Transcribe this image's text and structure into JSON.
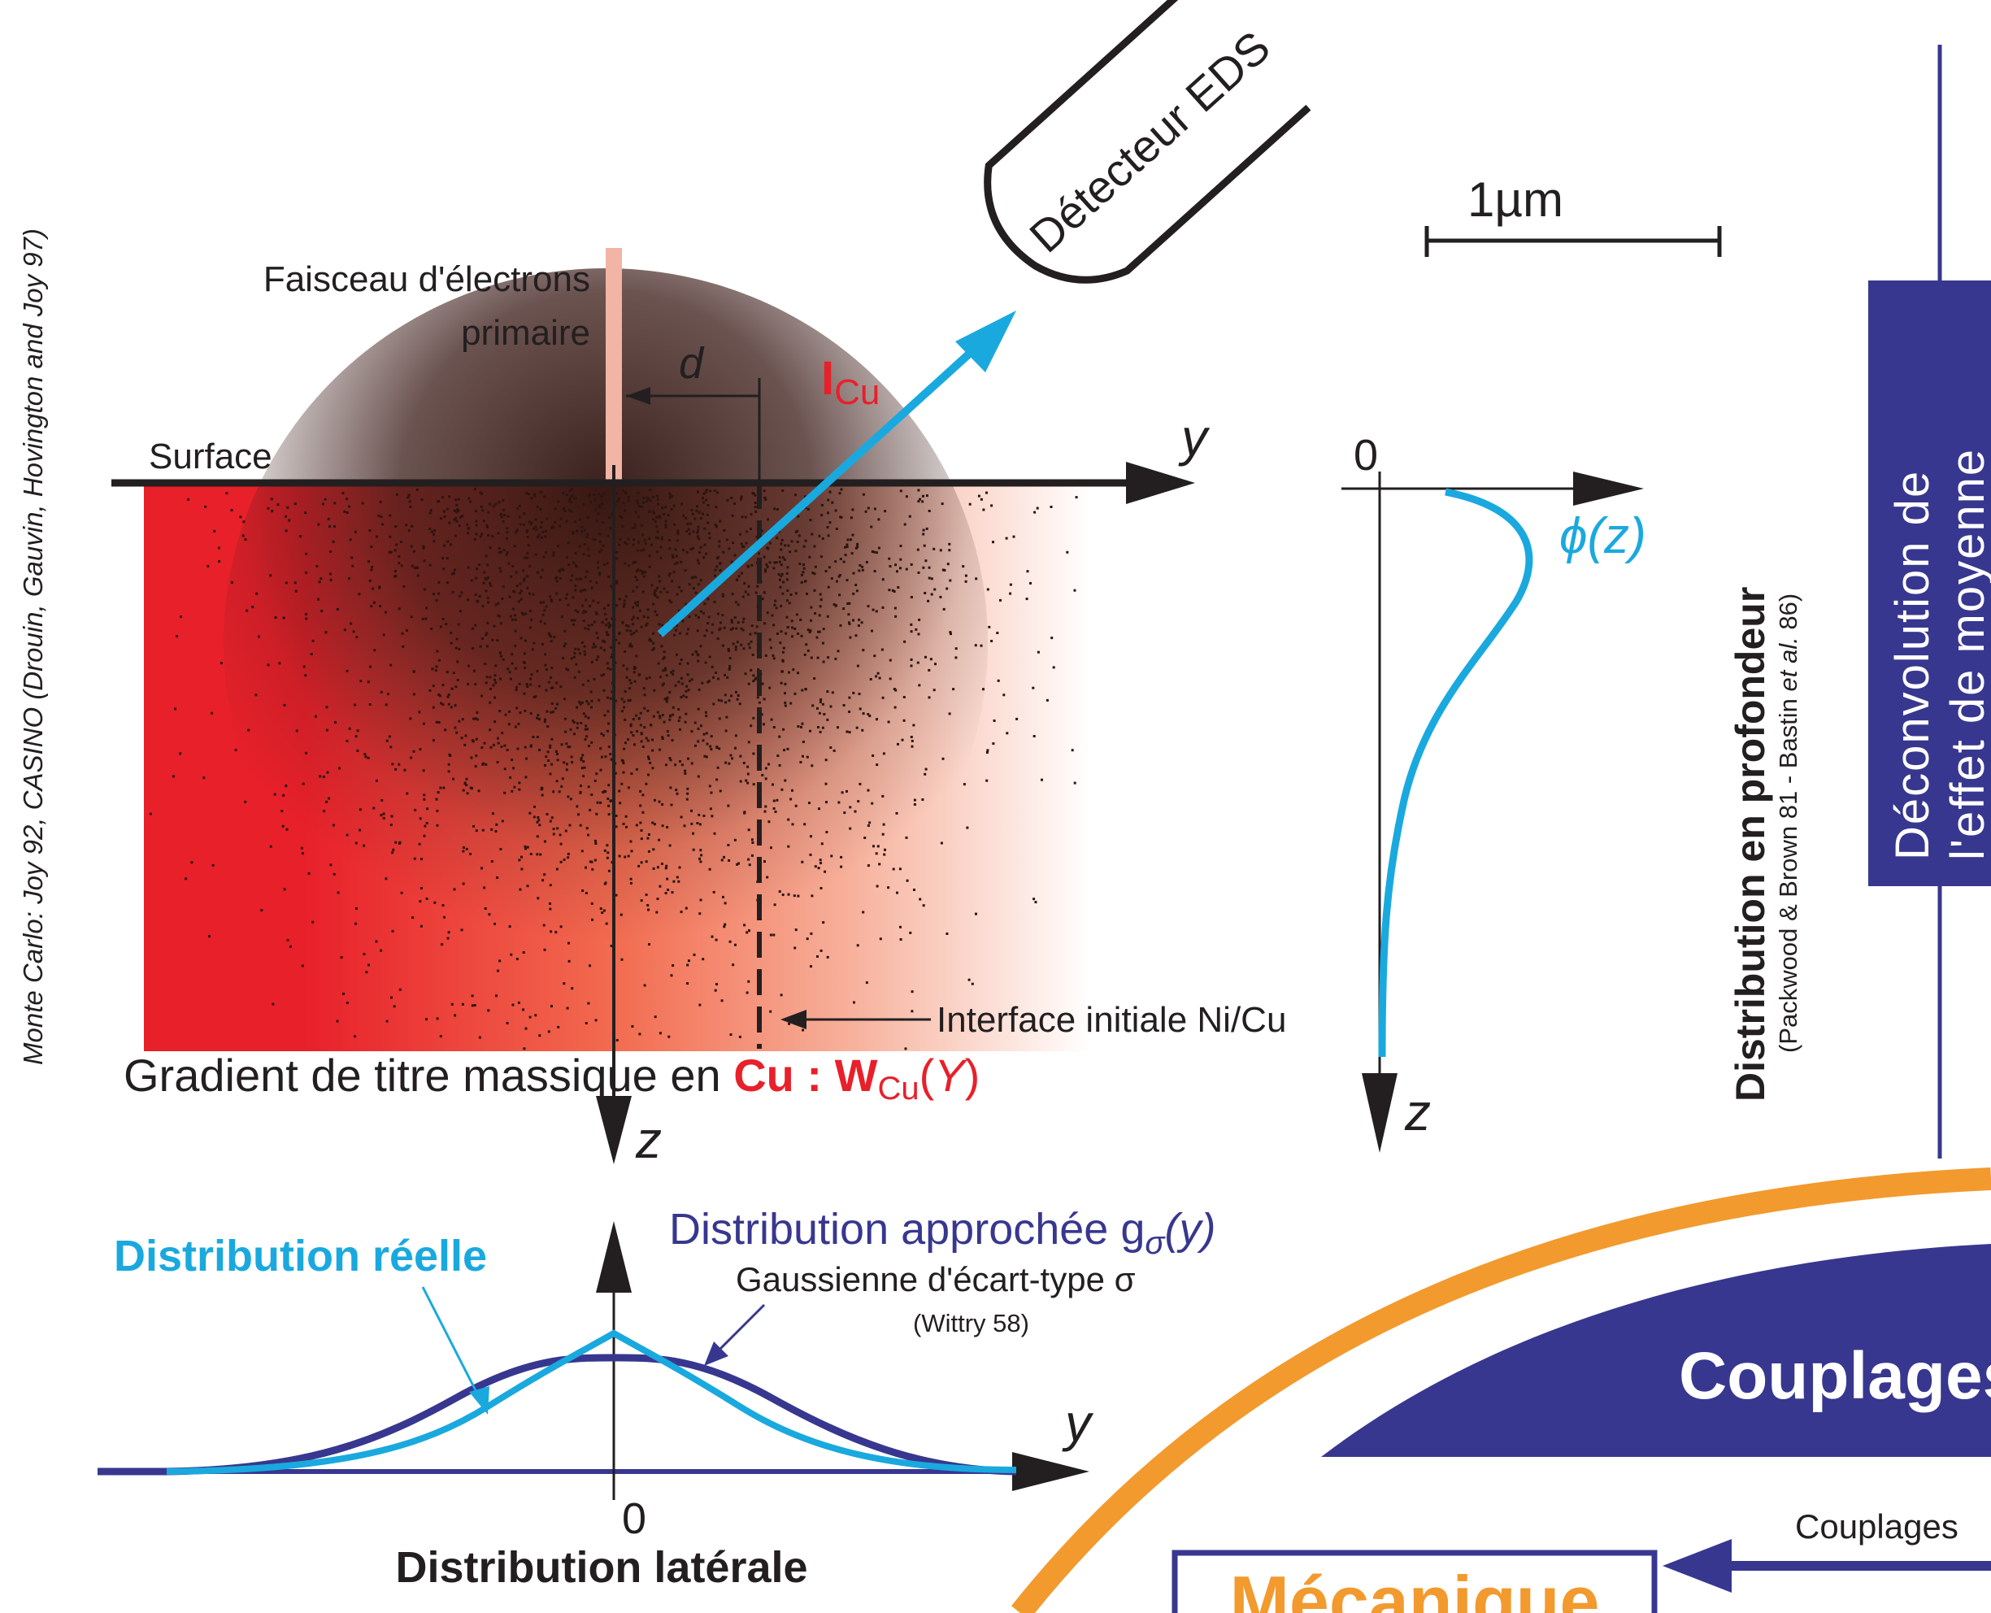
{
  "credit": "Monte Carlo: Joy 92, CASINO (Drouin, Gauvin, Hovington and Joy 97)",
  "beam": {
    "label_line1": "Faisceau d'électrons",
    "label_line2": "primaire"
  },
  "surface_label": "Surface",
  "axes": {
    "y": "y",
    "z": "z",
    "z2": "z",
    "y2": "y",
    "zero_top": "0",
    "zero_bottom": "0"
  },
  "d_label": "d",
  "intensity": {
    "letter": "I",
    "subscript": "Cu"
  },
  "detector_label": "Détecteur EDS",
  "scale_bar": "1µm",
  "interface_label": "Interface initiale Ni/Cu",
  "gradient": {
    "prefix": "Gradient de titre massique en ",
    "element": "Cu : ",
    "w": "W",
    "w_sub": "Cu",
    "suffix_open": "(",
    "suffix_var": "Y",
    "suffix_close": ")"
  },
  "phi_label": "ϕ(z)",
  "depth_distribution": {
    "title": "Distribution en profondeur",
    "ref_prefix": "(Packwood & Brown 81 - Bastin ",
    "ref_italic": "et al.",
    "ref_suffix": " 86)"
  },
  "lateral": {
    "real_label": "Distribution réelle",
    "approx_label": "Distribution approchée g",
    "approx_sub": "σ",
    "approx_arg": "(y)",
    "gauss_label": "Gaussienne d'écart-type σ",
    "wittry": "(Wittry 58)",
    "title": "Distribution latérale"
  },
  "sidebar": {
    "line1": "Déconvolution de",
    "line2": "l'effet de moyenne"
  },
  "couplages_banner": "Couplages",
  "couplages_small": "Couplages",
  "mecanique": "Mécanique",
  "colors": {
    "red": "#e8202a",
    "cyan": "#1aa9de",
    "navy": "#38378f",
    "orange": "#f29a2e",
    "beam": "#f2b4a4",
    "scatter_dark": "#3a1a16"
  }
}
